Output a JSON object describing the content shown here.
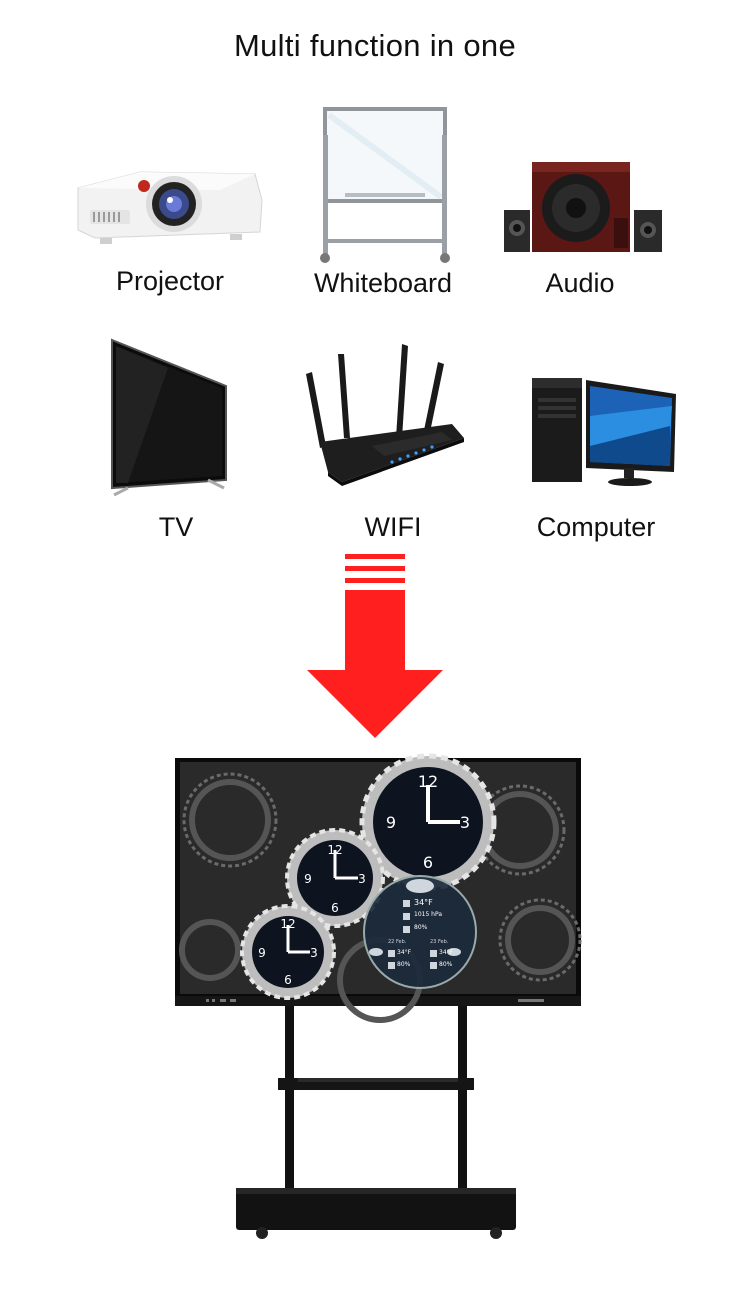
{
  "title": "Multi function in one",
  "devices": [
    {
      "id": "projector",
      "label": "Projector",
      "icon": "projector-icon"
    },
    {
      "id": "whiteboard",
      "label": "Whiteboard",
      "icon": "whiteboard-icon"
    },
    {
      "id": "audio",
      "label": "Audio",
      "icon": "speaker-icon"
    },
    {
      "id": "tv",
      "label": "TV",
      "icon": "tv-icon"
    },
    {
      "id": "wifi",
      "label": "WIFI",
      "icon": "router-icon"
    },
    {
      "id": "computer",
      "label": "Computer",
      "icon": "computer-icon"
    }
  ],
  "arrow": {
    "color": "#ff1f1f",
    "icon": "arrow-down-icon"
  },
  "screen": {
    "icon": "interactive-panel-icon",
    "weather": {
      "temp_main": "34°F",
      "pressure": "1015 hPa",
      "humidity": "80%",
      "day1_date": "22 Feb.",
      "day1_temp": "34°F",
      "day1_humidity": "80%",
      "day2_date": "23 Feb.",
      "day2_temp": "34°F",
      "day2_humidity": "80%"
    }
  }
}
